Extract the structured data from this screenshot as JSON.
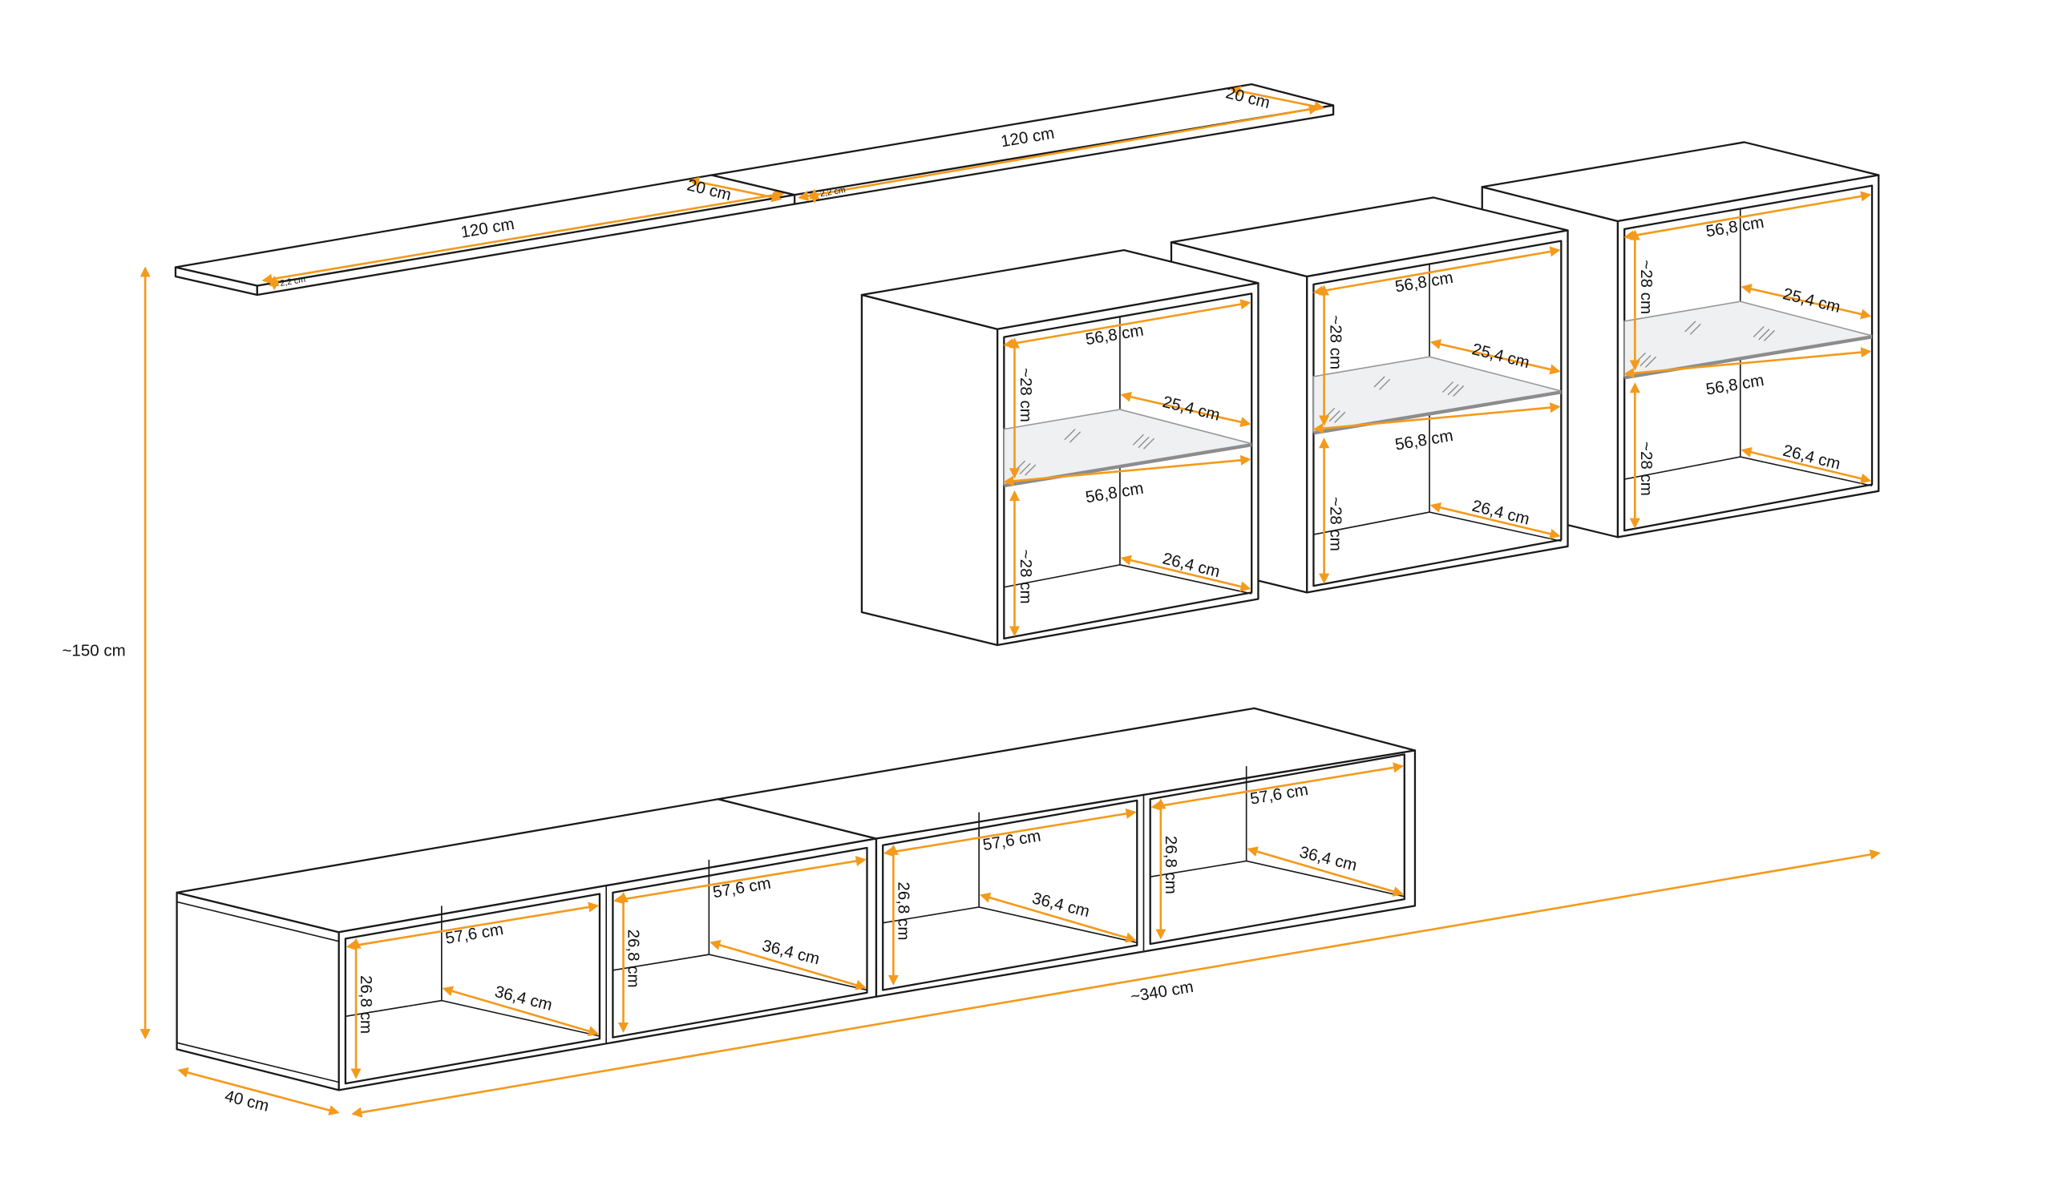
{
  "colors": {
    "dimension": "#f39a1c",
    "outline": "#1a1a1a",
    "glass": "#eef0f1"
  },
  "shelves": [
    {
      "length": "120 cm",
      "depth": "20 cm",
      "thickness": "2,2 cm"
    },
    {
      "length": "120 cm",
      "depth": "20 cm",
      "thickness": "2,2 cm"
    }
  ],
  "wall_cabinets": [
    {
      "top_width": "56,8 cm",
      "upper_height": "~28 cm",
      "upper_depth": "25,4 cm",
      "mid_width": "56,8 cm",
      "lower_height": "~28 cm",
      "lower_depth": "26,4 cm"
    },
    {
      "top_width": "56,8 cm",
      "upper_height": "~28 cm",
      "upper_depth": "25,4 cm",
      "mid_width": "56,8 cm",
      "lower_height": "~28 cm",
      "lower_depth": "26,4 cm"
    },
    {
      "top_width": "56,8 cm",
      "upper_height": "~28 cm",
      "upper_depth": "25,4 cm",
      "mid_width": "56,8 cm",
      "lower_height": "~28 cm",
      "lower_depth": "26,4 cm"
    }
  ],
  "tv_compartments": [
    {
      "width": "57,6 cm",
      "height": "26,8 cm",
      "depth": "36,4 cm"
    },
    {
      "width": "57,6 cm",
      "height": "26,8 cm",
      "depth": "36,4 cm"
    },
    {
      "width": "57,6 cm",
      "height": "26,8 cm",
      "depth": "36,4 cm"
    },
    {
      "width": "57,6 cm",
      "height": "26,8 cm",
      "depth": "36,4 cm"
    }
  ],
  "overall": {
    "height": "~150 cm",
    "width": "~340 cm",
    "depth": "40 cm"
  }
}
